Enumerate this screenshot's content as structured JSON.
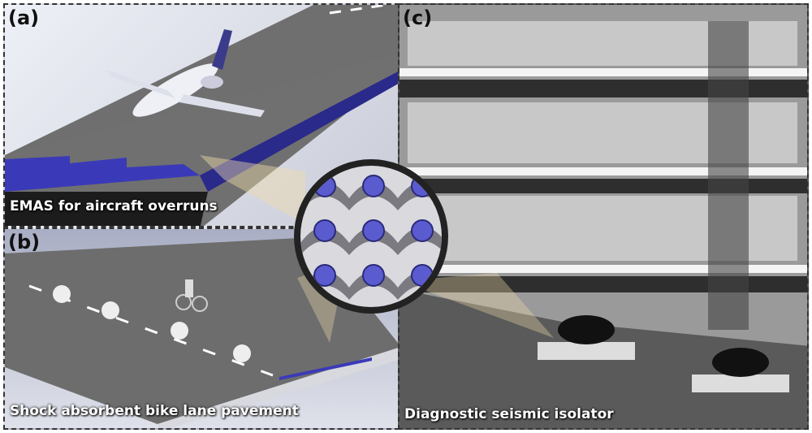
{
  "panels": {
    "a": {
      "label": "(a)",
      "caption": "EMAS for aircraft overruns"
    },
    "b": {
      "label": "(b)",
      "caption": "Shock absorbent bike lane pavement"
    },
    "c": {
      "label": "(c)",
      "caption": "Diagnostic seismic isolator"
    }
  },
  "colors": {
    "accent_blue": "#3a3ab8",
    "runway": "#6e6e6e",
    "lattice": "#5b5bd0"
  }
}
